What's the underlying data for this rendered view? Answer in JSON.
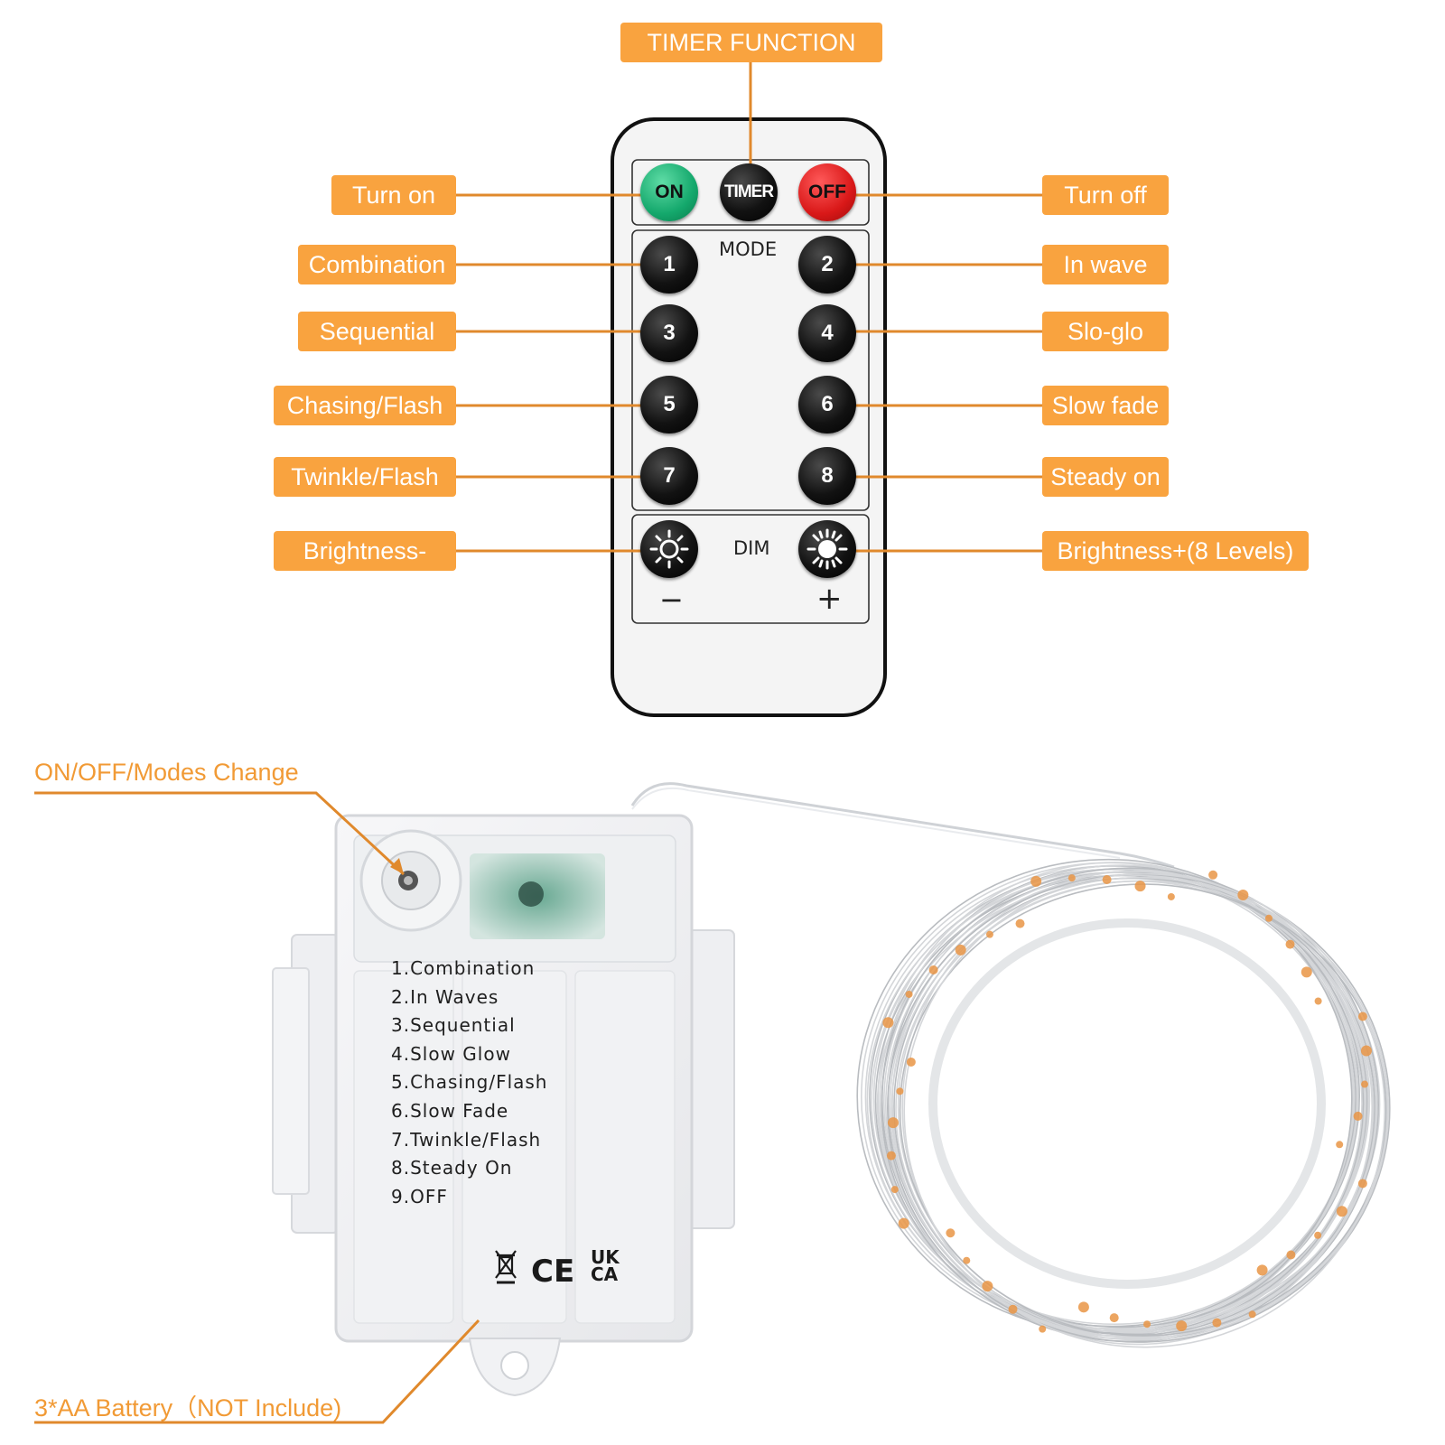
{
  "remote": {
    "top_label": "TIMER FUNCTION",
    "left_labels": [
      "Turn on",
      "Combination",
      "Sequential",
      "Chasing/Flash",
      "Twinkle/Flash",
      "Brightness-"
    ],
    "right_labels": [
      "Turn off",
      "In wave",
      "Slo-glo",
      "Slow fade",
      "Steady on",
      "Brightness+(8 Levels)"
    ],
    "buttons": {
      "on": "ON",
      "timer": "TIMER",
      "off": "OFF",
      "modes": [
        "1",
        "2",
        "3",
        "4",
        "5",
        "6",
        "7",
        "8"
      ]
    },
    "mode_text": "MODE",
    "dim_text": "DIM",
    "minus": "−",
    "plus": "+"
  },
  "battery_box": {
    "switch_label": "ON/OFF/Modes Change",
    "battery_label": "3*AA Battery（NOT Include)",
    "modes": [
      "1.Combination",
      "2.In Waves",
      "3.Sequential",
      "4.Slow Glow",
      "5.Chasing/Flash",
      "6.Slow Fade",
      "7.Twinkle/Flash",
      "8.Steady On",
      "9.OFF"
    ],
    "certifications": [
      "CE",
      "UK",
      "CA"
    ]
  },
  "colors": {
    "accent": "#f9a33f",
    "connector": "#e0892c",
    "on_button": "#14a86c",
    "off_button": "#d91818"
  }
}
